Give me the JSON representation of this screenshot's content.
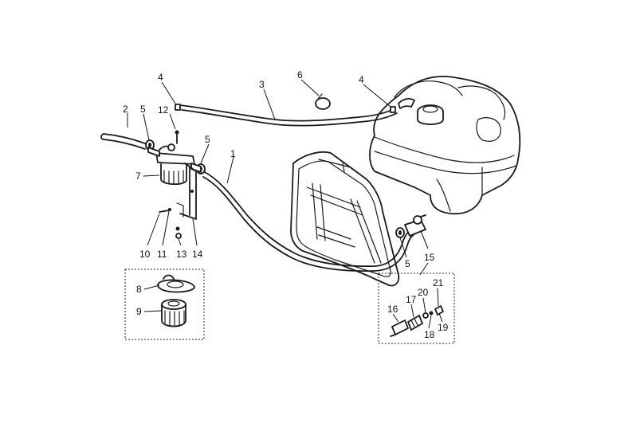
{
  "callouts": {
    "c1": "1",
    "c2": "2",
    "c3": "3",
    "c4a": "4",
    "c4b": "4",
    "c5a": "5",
    "c5b": "5",
    "c5c": "5",
    "c6": "6",
    "c7": "7",
    "c8": "8",
    "c9": "9",
    "c10": "10",
    "c11": "11",
    "c12": "12",
    "c13": "13",
    "c14": "14",
    "c15": "15",
    "c16": "16",
    "c17": "17",
    "c18": "18",
    "c19": "19",
    "c20": "20",
    "c21": "21"
  }
}
